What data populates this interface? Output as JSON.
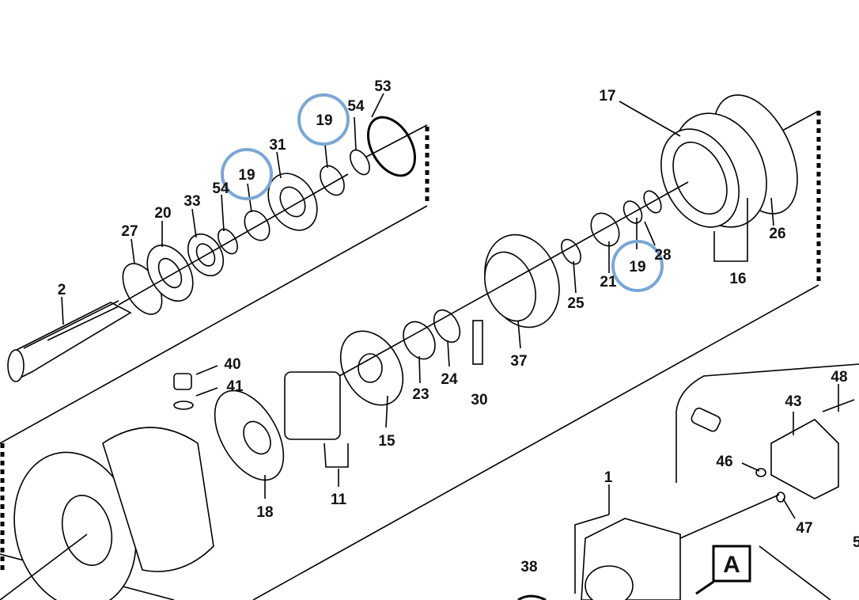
{
  "diagram": {
    "callouts": {
      "p53": "53",
      "p54a": "54",
      "p19a": "19",
      "p19b": "19",
      "p31": "31",
      "p54b": "54",
      "p33": "33",
      "p20": "20",
      "p27": "27",
      "p2": "2",
      "p17": "17",
      "p26": "26",
      "p16": "16",
      "p28": "28",
      "p19c": "19",
      "p21": "21",
      "p25": "25",
      "p37": "37",
      "p24": "24",
      "p23": "23",
      "p30": "30",
      "p15": "15",
      "p40": "40",
      "p41": "41",
      "p18": "18",
      "p11": "11",
      "p48": "48",
      "p43": "43",
      "p46": "46",
      "p47": "47",
      "p1": "1",
      "p38": "38",
      "p5": "5"
    },
    "view_marker": "A",
    "highlight_color": "#7ba7d3"
  }
}
